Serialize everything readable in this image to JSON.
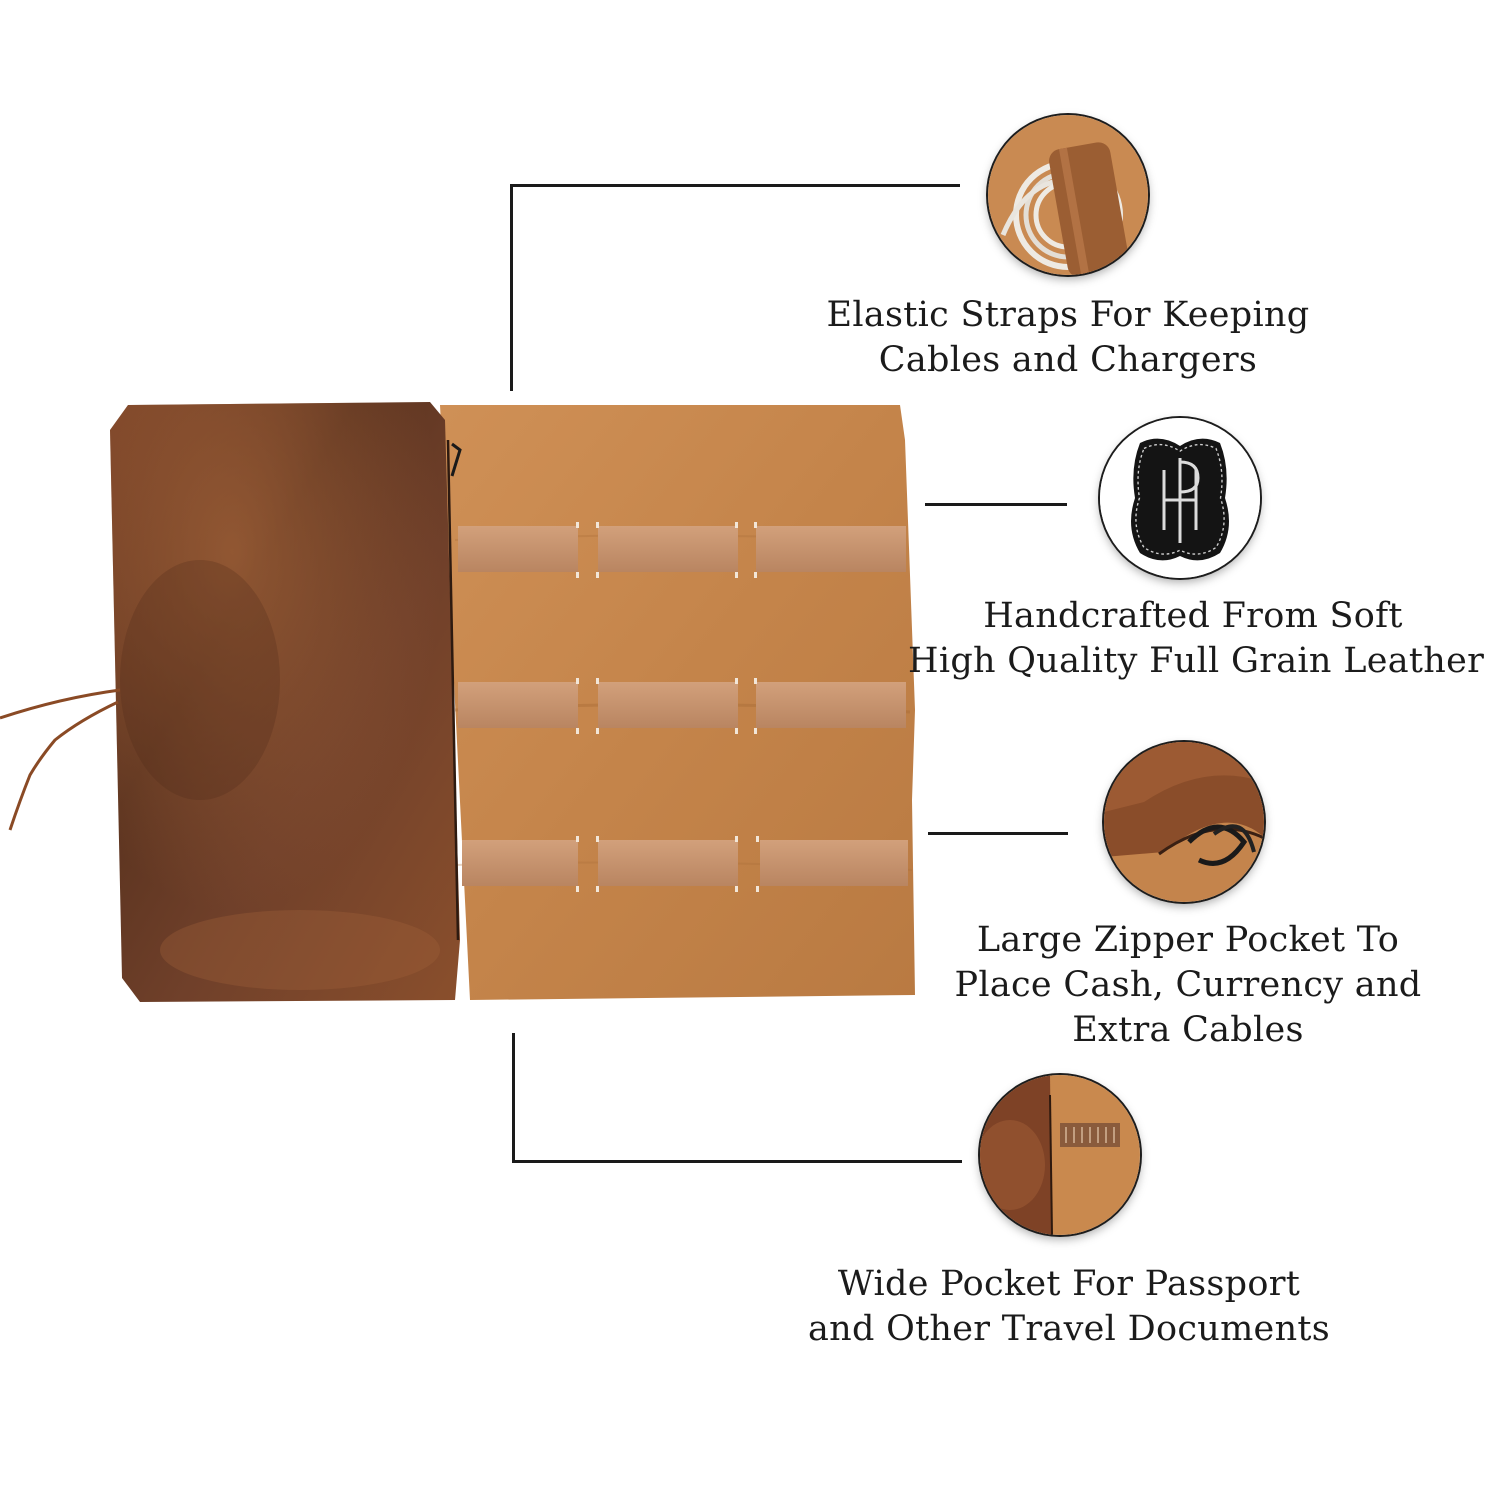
{
  "features": [
    {
      "icon": "cable-strap-icon",
      "lines": [
        "Elastic Straps For Keeping",
        "Cables and Chargers"
      ]
    },
    {
      "icon": "leather-logo-icon",
      "lines": [
        "Handcrafted From Soft",
        "High Quality Full Grain Leather"
      ]
    },
    {
      "icon": "zipper-pocket-icon",
      "lines": [
        "Large Zipper Pocket To",
        "Place Cash, Currency and",
        "Extra Cables"
      ]
    },
    {
      "icon": "passport-pocket-icon",
      "lines": [
        "Wide Pocket For Passport",
        "and Other Travel Documents"
      ]
    }
  ],
  "colors": {
    "leather_dark": "#6b3b22",
    "suede": "#c98a4e",
    "strap": "#c9926a",
    "line": "#1a1a1a"
  }
}
